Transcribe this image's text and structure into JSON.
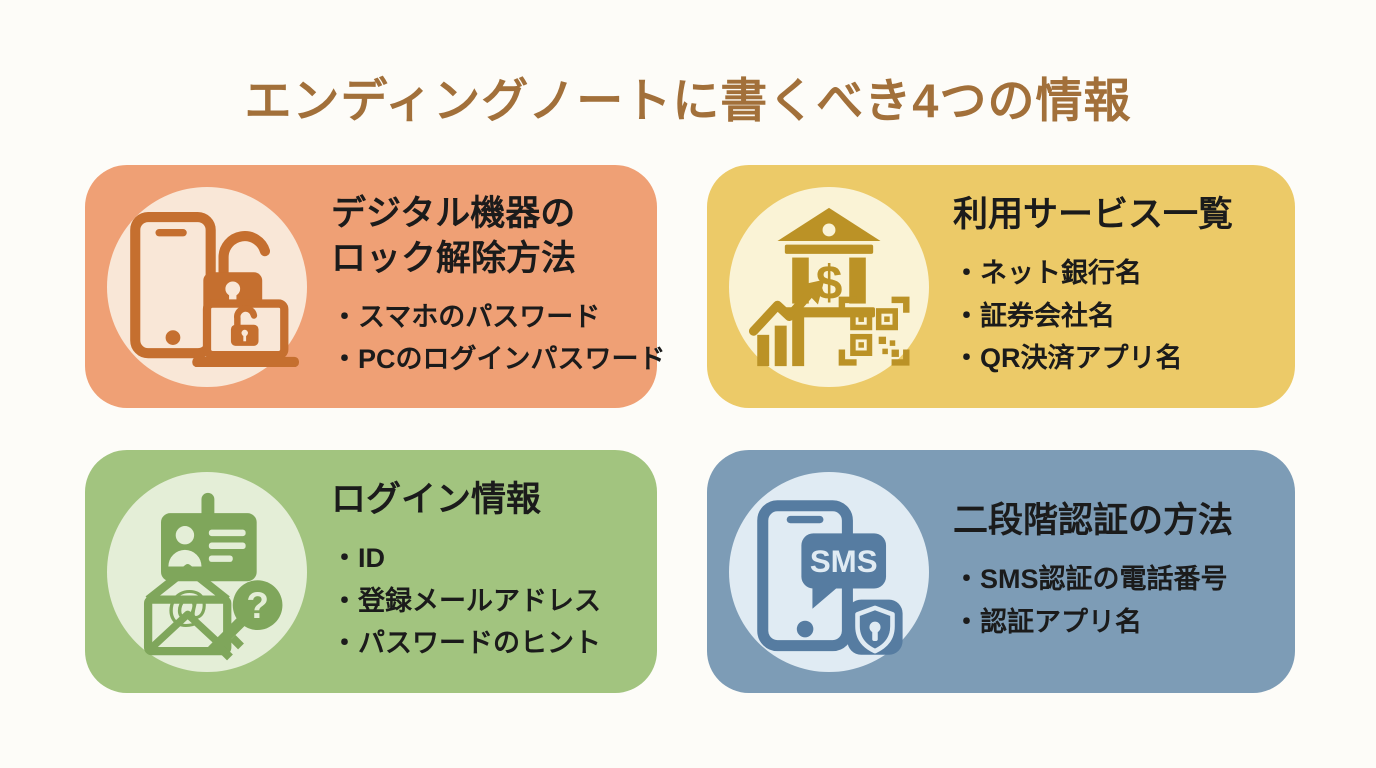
{
  "page": {
    "title": "エンディングノートに書くべき4つの情報",
    "colors": {
      "background": "#fdfcf8",
      "title": "#a2703a",
      "text": "#1b1b1b"
    }
  },
  "cards": [
    {
      "name": "digital-device-unlock",
      "title": "デジタル機器の\nロック解除方法",
      "bullets": [
        "・スマホのパスワード",
        "・PCのログインパスワード"
      ],
      "icon": "phone-laptop-unlock-icon",
      "colors": {
        "card": "#efa075",
        "circle": "#f9e7d7",
        "icon": "#c56f2f"
      }
    },
    {
      "name": "services-list",
      "title": "利用サービス一覧",
      "bullets": [
        "・ネット銀行名",
        "・証券会社名",
        "・QR決済アプリ名"
      ],
      "icon": "bank-chart-qr-icon",
      "symbols": {
        "dollar": "$"
      },
      "colors": {
        "card": "#ecca68",
        "circle": "#faf3d6",
        "icon": "#bb9226"
      }
    },
    {
      "name": "login-info",
      "title": "ログイン情報",
      "bullets": [
        "・ID",
        "・登録メールアドレス",
        "・パスワードのヒント"
      ],
      "icon": "idcard-mail-key-icon",
      "symbols": {
        "at": "@",
        "question": "?"
      },
      "colors": {
        "card": "#a2c47f",
        "circle": "#e4eed7",
        "icon": "#7fa65b"
      }
    },
    {
      "name": "two-factor-auth",
      "title": "二段階認証の方法",
      "bullets": [
        "・SMS認証の電話番号",
        "・認証アプリ名"
      ],
      "icon": "sms-shield-icon",
      "symbols": {
        "sms": "SMS"
      },
      "colors": {
        "card": "#7d9cb6",
        "circle": "#e0ebf3",
        "icon": "#567ca1"
      }
    }
  ]
}
